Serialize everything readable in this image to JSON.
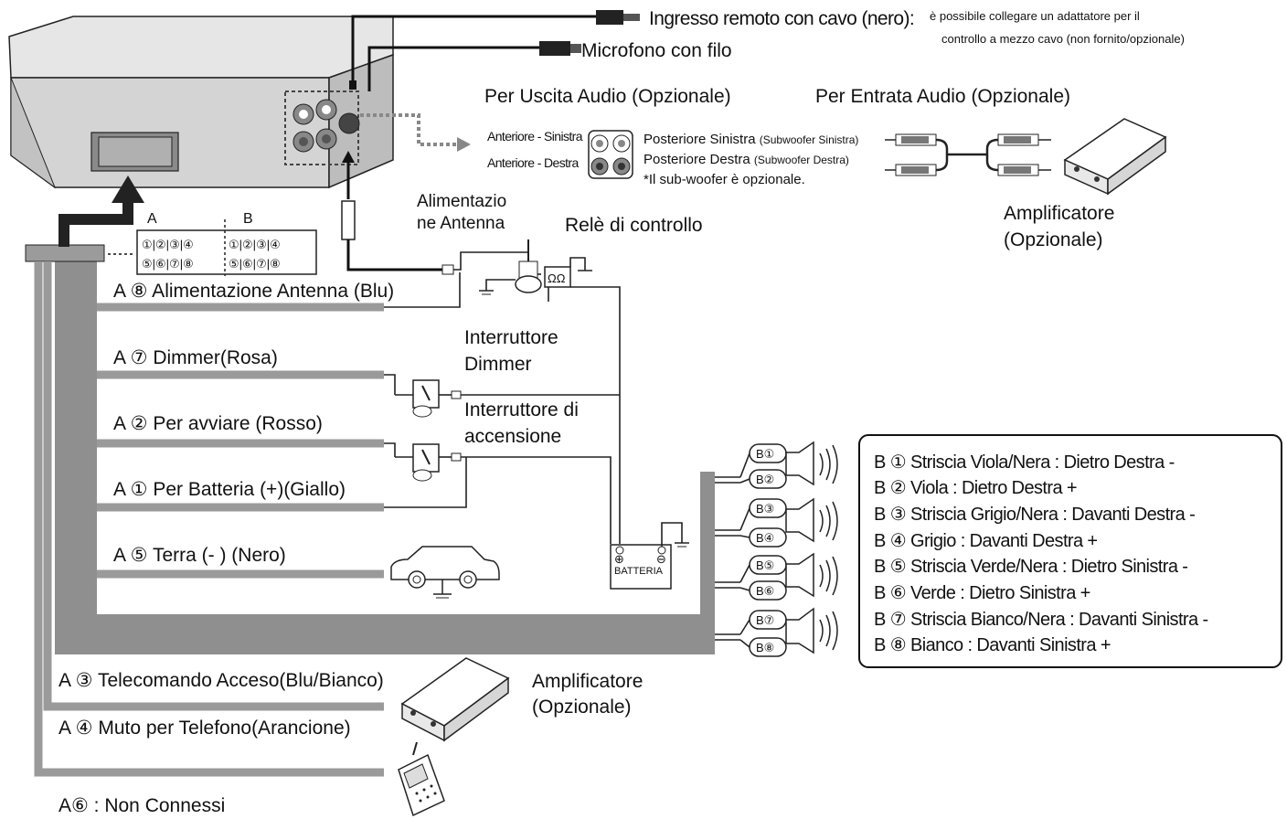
{
  "colors": {
    "wire": "#9a9a9a",
    "bundle": "#8f8f8f",
    "ink": "#111111",
    "unit": "#d9d9d9"
  },
  "top": {
    "remote_title": "Ingresso remoto con cavo (nero):",
    "remote_desc_1": "è possibile collegare un adattatore per il",
    "remote_desc_2": "controllo a mezzo cavo (non fornito/opzionale)",
    "microphone": "Microfono con filo"
  },
  "audio_out": {
    "title": "Per Uscita Audio (Opzionale)",
    "front_left": "Anteriore - Sinistra",
    "front_right": "Anteriore - Destra",
    "rear_left_main": "Posteriore Sinistra ",
    "rear_left_sub": "(Subwoofer Sinistra)",
    "rear_right_main": "Posteriore Destra ",
    "rear_right_sub": "(Subwoofer Destra)",
    "sub_note": "*Il sub-woofer è opzionale."
  },
  "audio_in": {
    "title": "Per Entrata Audio (Opzionale)"
  },
  "amp_top": {
    "line1": "Amplificatore",
    "line2": "(Opzionale)"
  },
  "amp_bottom": {
    "line1": "Amplificatore",
    "line2": "(Opzionale)"
  },
  "antenna_power": {
    "line1": "Alimentazio",
    "line2": "ne Antenna"
  },
  "relay": "Relè di controllo",
  "connector": {
    "label_a": "A",
    "label_b": "B",
    "row1_a": "①|②|③|④",
    "row1_b": "①|②|③|④",
    "row2_a": "⑤|⑥|⑦|⑧",
    "row2_b": "⑤|⑥|⑦|⑧"
  },
  "wires": {
    "a8": "A ⑧  Alimentazione Antenna (Blu)",
    "a7": "A ⑦  Dimmer(Rosa)",
    "a2": "A ②  Per avviare (Rosso)",
    "a1": "A ①  Per Batteria (+)(Giallo)",
    "a5": "A ⑤  Terra  (- ) (Nero)",
    "a3": "A ③  Telecomando Acceso(Blu/Bianco)",
    "a4": "A ④  Muto per Telefono(Arancione)",
    "a6": "A⑥ : Non Connessi"
  },
  "switches": {
    "dimmer_1": "Interruttore",
    "dimmer_2": "Dimmer",
    "ignition_1": "Interruttore di",
    "ignition_2": "accensione"
  },
  "battery": "BATTERIA",
  "speaker_tags": [
    "B①",
    "B②",
    "B③",
    "B④",
    "B⑤",
    "B⑥",
    "B⑦",
    "B⑧"
  ],
  "legend": [
    "B ①  Striscia Viola/Nera : Dietro Destra -",
    "B ②  Viola : Dietro Destra +",
    "B ③  Striscia Grigio/Nera : Davanti Destra -",
    "B ④  Grigio : Davanti Destra +",
    "B ⑤  Striscia Verde/Nera : Dietro Sinistra -",
    "B ⑥  Verde : Dietro Sinistra +",
    "B ⑦  Striscia Bianco/Nera : Davanti Sinistra -",
    "B ⑧  Bianco : Davanti Sinistra +"
  ]
}
